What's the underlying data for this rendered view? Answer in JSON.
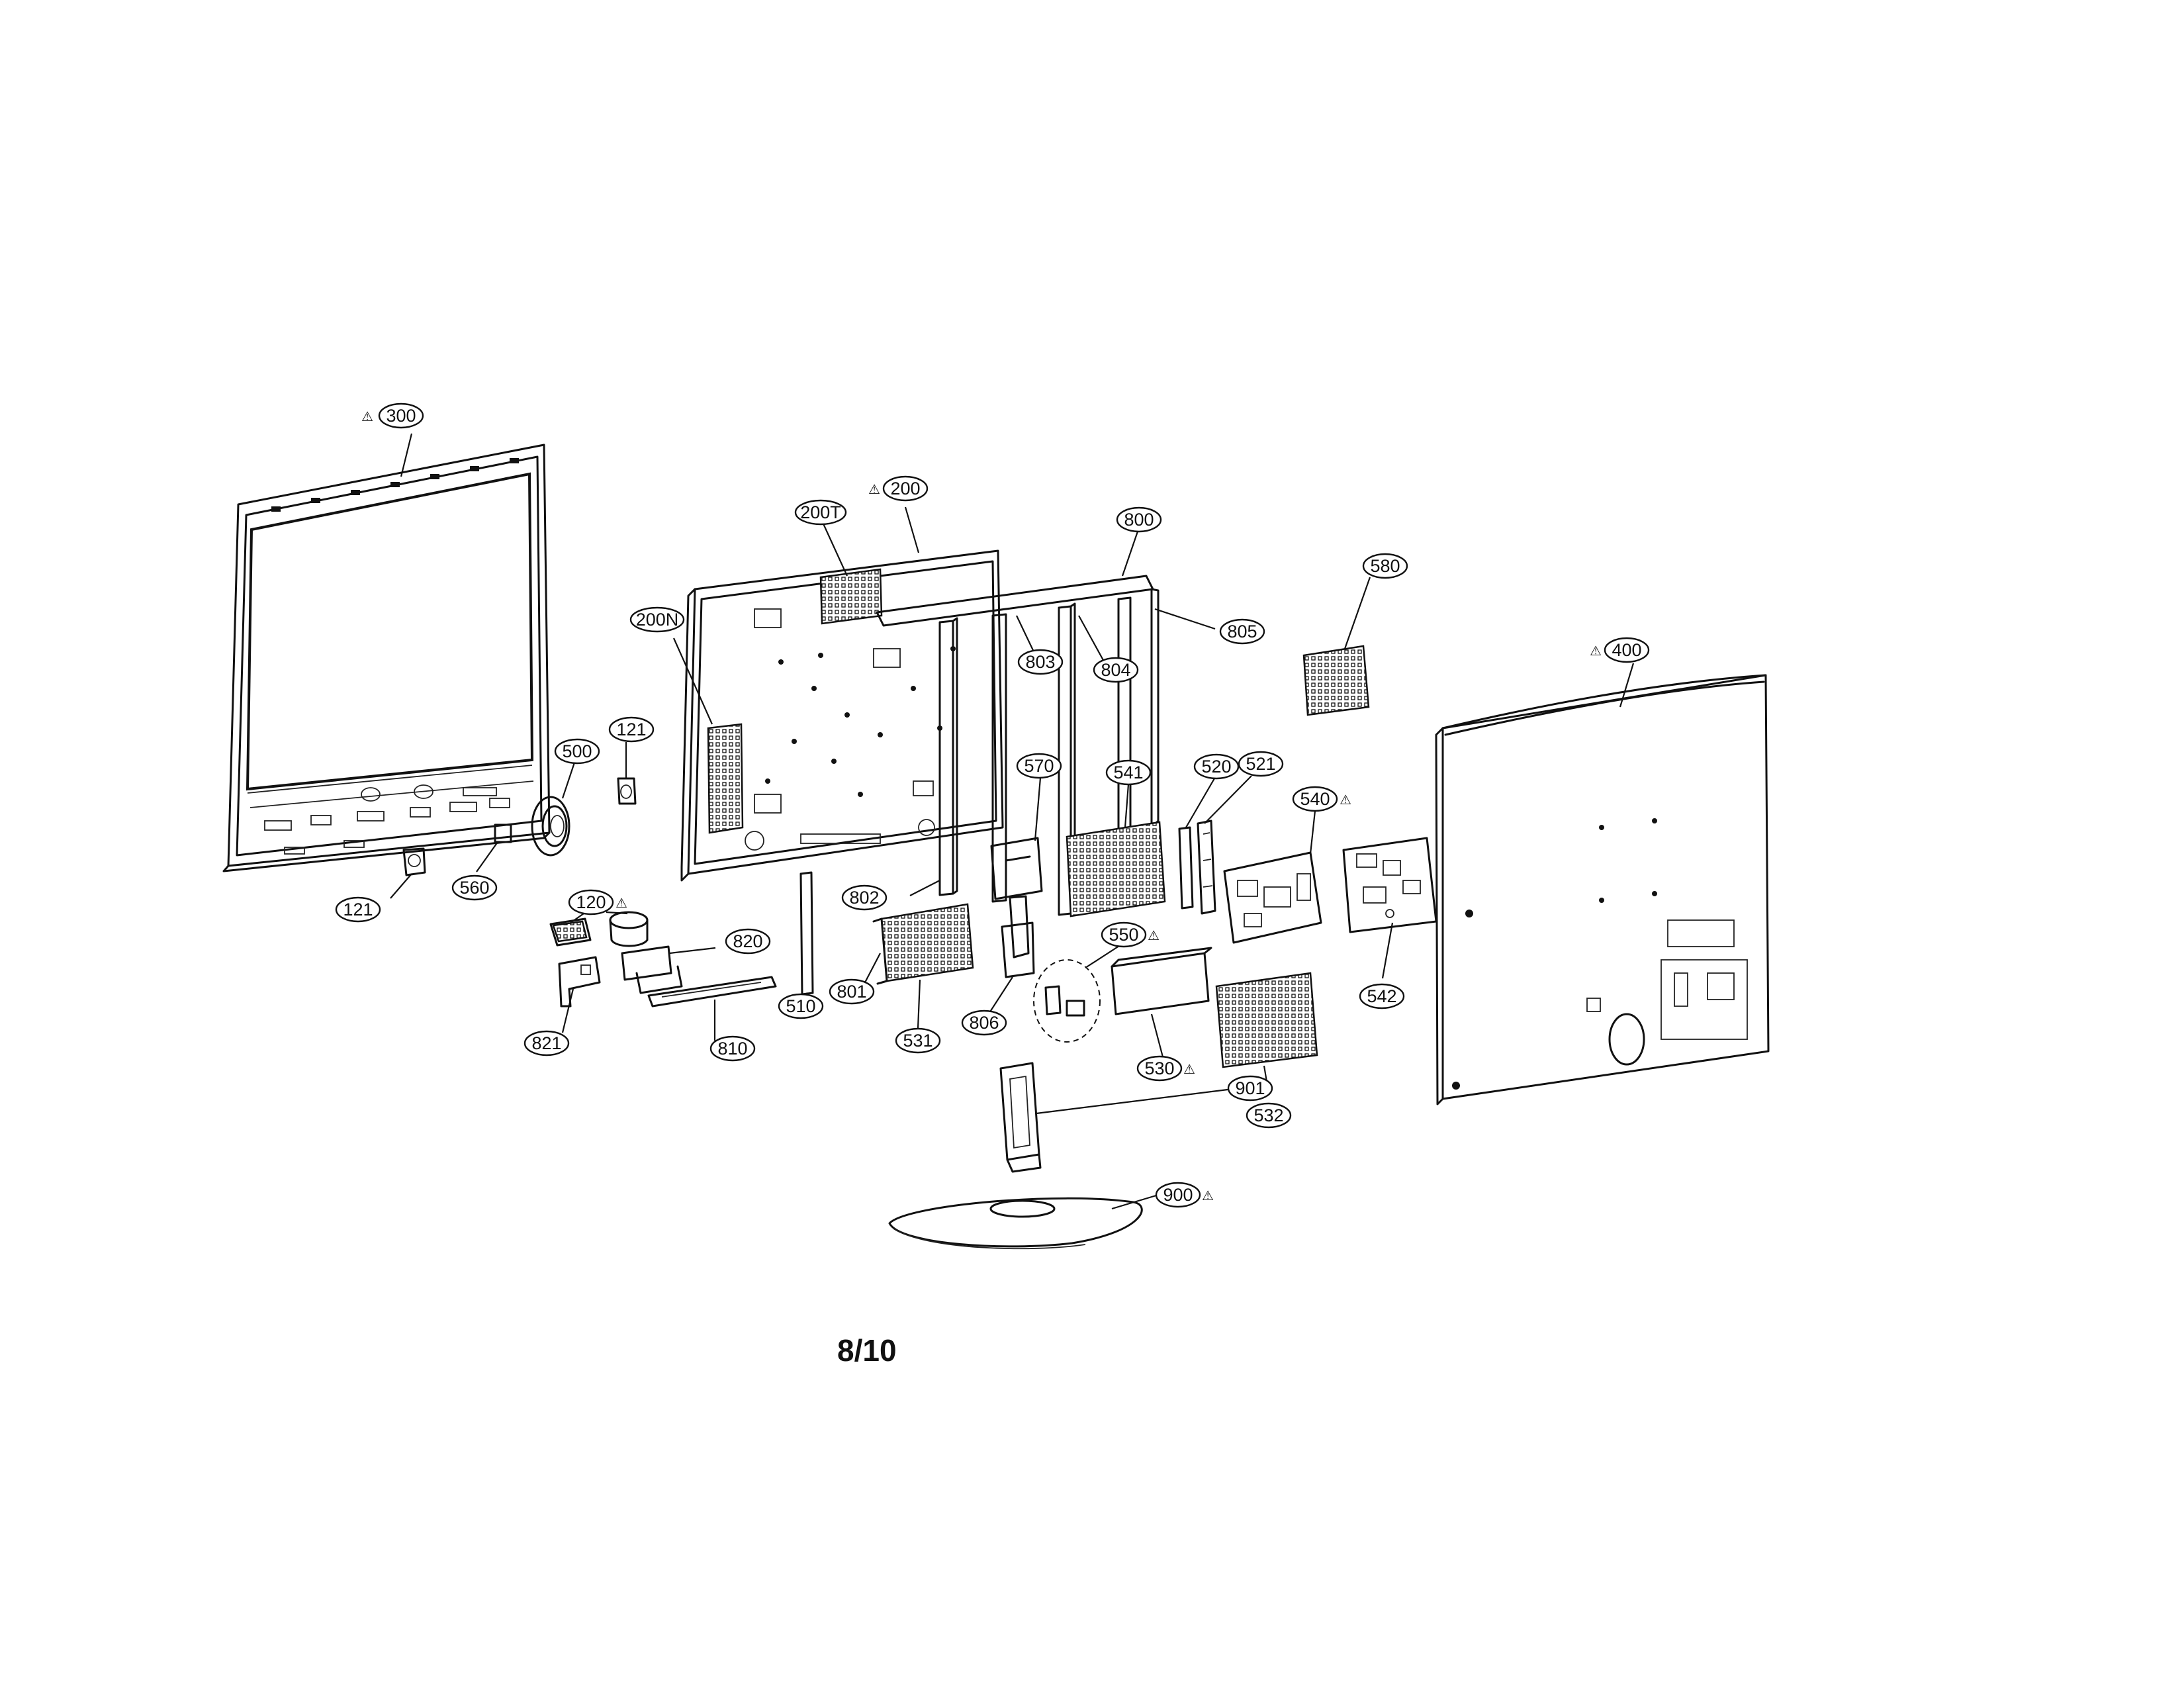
{
  "callouts": {
    "c300": "300",
    "c200T": "200T",
    "c200": "200",
    "c200N": "200N",
    "c800": "800",
    "c805": "805",
    "c803": "803",
    "c804": "804",
    "c580": "580",
    "c400": "400",
    "c121a": "121",
    "c500": "500",
    "c570": "570",
    "c541": "541",
    "c520": "520",
    "c521": "521",
    "c540": "540",
    "c120": "120",
    "c121b": "121",
    "c560": "560",
    "c820": "820",
    "c802": "802",
    "c550": "550",
    "c801": "801",
    "c510": "510",
    "c821": "821",
    "c810": "810",
    "c531": "531",
    "c806": "806",
    "c530": "530",
    "c542": "542",
    "c532": "532",
    "c901": "901",
    "c900": "900"
  },
  "warning_symbol": "⚠",
  "page_number": "8/10"
}
